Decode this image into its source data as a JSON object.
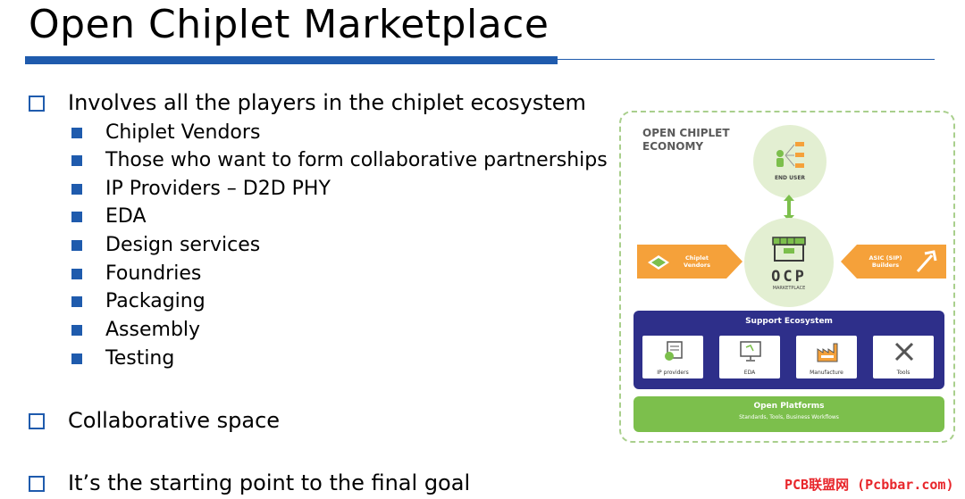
{
  "slide": {
    "title": "Open Chiplet Marketplace",
    "bullets": [
      {
        "text": "Involves all the players in the chiplet ecosystem",
        "subitems": [
          "Chiplet Vendors",
          "Those who want to form collaborative partnerships",
          "IP Providers – D2D PHY",
          "EDA",
          "Design services",
          "Foundries",
          "Packaging",
          "Assembly",
          "Testing"
        ]
      },
      {
        "text": "Collaborative space"
      },
      {
        "text": "It’s the starting point to the final goal"
      }
    ]
  },
  "diagram": {
    "heading_line1": "OPEN CHIPLET",
    "heading_line2": "ECONOMY",
    "end_user": "END USER",
    "ocp": "OCP",
    "marketplace": "MARKETPLACE",
    "left_arrow_line1": "Chiplet",
    "left_arrow_line2": "Vendors",
    "right_arrow_line1": "ASIC (SIP)",
    "right_arrow_line2": "Builders",
    "support_title": "Support Ecosystem",
    "support_items": [
      "IP providers",
      "EDA",
      "Manufacture",
      "Tools"
    ],
    "platforms_title": "Open Platforms",
    "platforms_sub": "Standards, Tools, Business Workflows",
    "colors": {
      "green": "#7cbf4c",
      "navy": "#2e2f8a",
      "orange": "#f5a13a",
      "light_green": "#e3efd2"
    }
  },
  "watermark": "PCB联盟网 (Pcbbar.com)"
}
